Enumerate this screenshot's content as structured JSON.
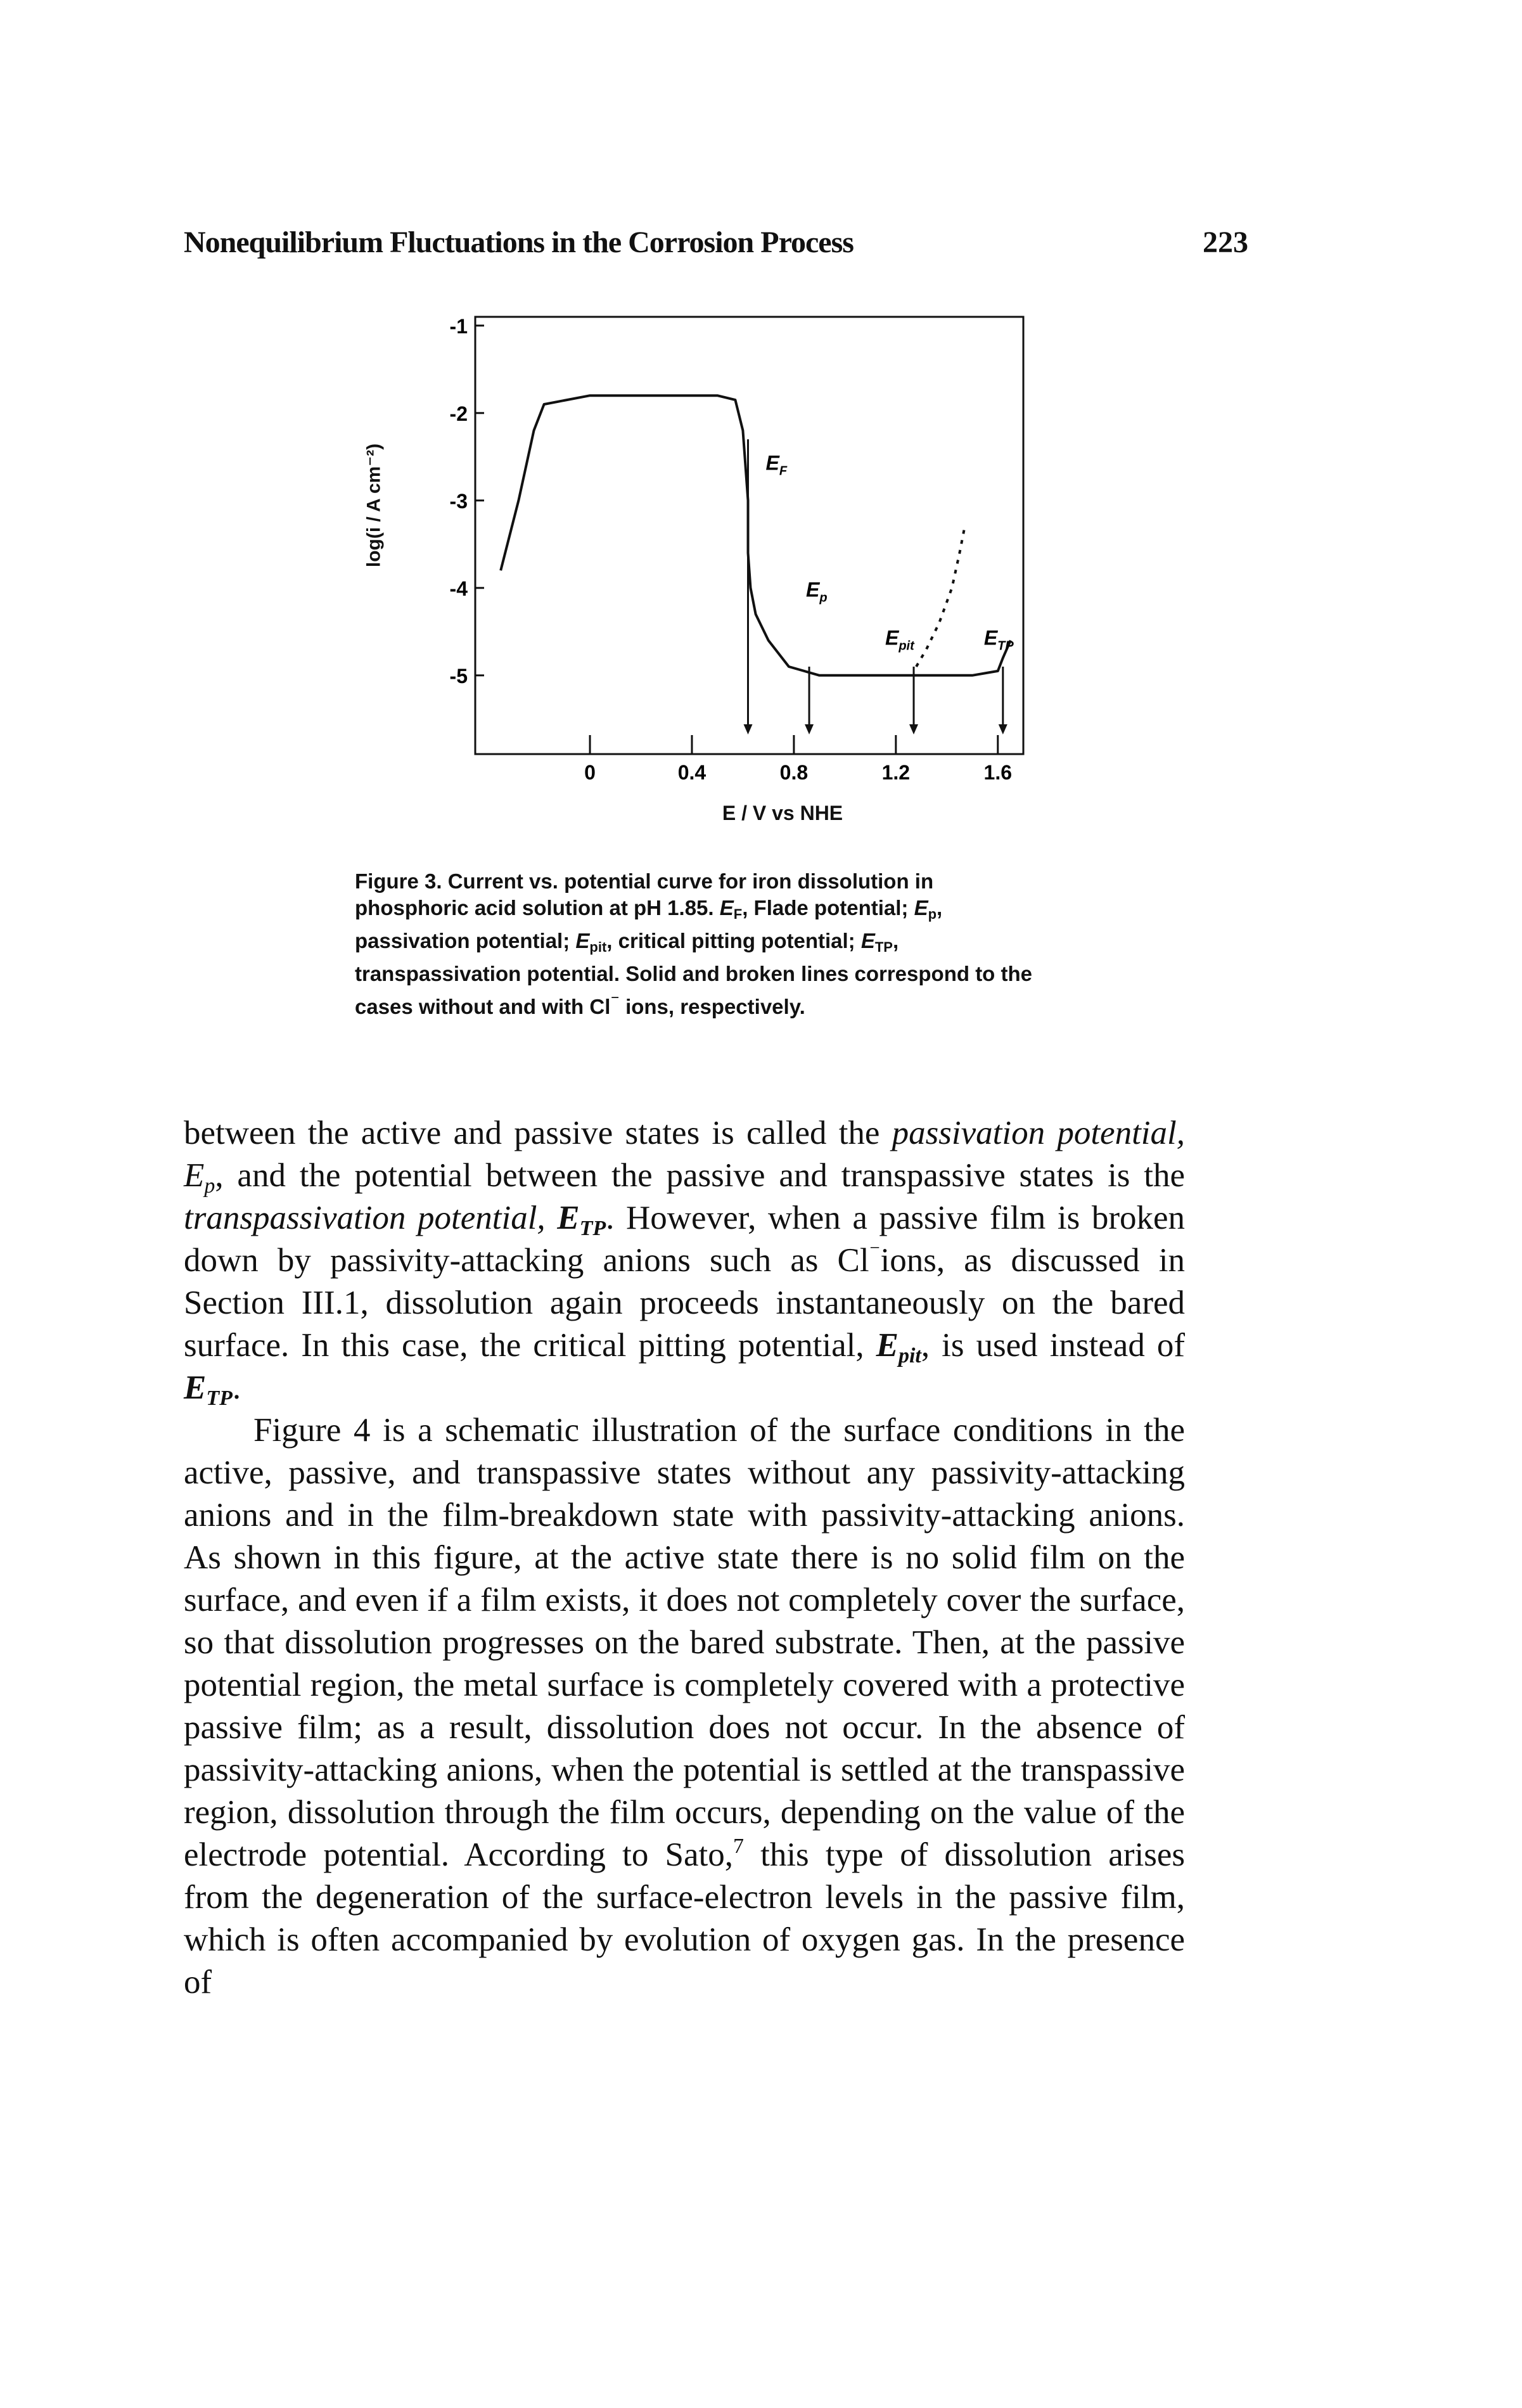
{
  "header": {
    "running_head": "Nonequilibrium Fluctuations in the Corrosion Process",
    "page_number": "223"
  },
  "figure": {
    "ylabel": "log(i / A cm⁻²)",
    "xlabel": "E / V vs NHE",
    "y_ticks": [
      "-1",
      "-2",
      "-3",
      "-4",
      "-5"
    ],
    "x_ticks": [
      "0",
      "0.4",
      "0.8",
      "1.2",
      "1.6"
    ],
    "annotations": {
      "ef": "E",
      "ef_sub": "F",
      "ep": "E",
      "ep_sub": "p",
      "epit": "E",
      "epit_sub": "pit",
      "etp": "E",
      "etp_sub": "TP"
    }
  },
  "chart_data": {
    "type": "line",
    "title": "",
    "xlabel": "E / V vs NHE",
    "ylabel": "log(i / A cm⁻²)",
    "xlim": [
      -0.45,
      1.7
    ],
    "ylim": [
      -5.9,
      -0.9
    ],
    "x_ticks": [
      0,
      0.4,
      0.8,
      1.2,
      1.6
    ],
    "y_ticks": [
      -1,
      -2,
      -3,
      -4,
      -5
    ],
    "series": [
      {
        "style": "solid",
        "x": [
          -0.35,
          -0.28,
          -0.22,
          -0.18,
          0.0,
          0.3,
          0.5,
          0.57,
          0.6,
          0.62,
          0.62,
          0.63,
          0.65,
          0.7,
          0.78,
          0.9,
          1.1,
          1.3,
          1.5,
          1.6,
          1.62,
          1.65
        ],
        "y": [
          -3.8,
          -3.0,
          -2.2,
          -1.9,
          -1.8,
          -1.8,
          -1.8,
          -1.85,
          -2.2,
          -3.0,
          -3.6,
          -4.0,
          -4.3,
          -4.6,
          -4.9,
          -5.0,
          -5.0,
          -5.0,
          -5.0,
          -4.95,
          -4.8,
          -4.6
        ]
      },
      {
        "style": "broken",
        "x": [
          1.28,
          1.32,
          1.37,
          1.42,
          1.45,
          1.47
        ],
        "y": [
          -4.9,
          -4.7,
          -4.4,
          -4.0,
          -3.6,
          -3.3
        ]
      }
    ],
    "markers": [
      {
        "label": "E_F",
        "x": 0.62
      },
      {
        "label": "E_p",
        "x": 0.86
      },
      {
        "label": "E_pit",
        "x": 1.27
      },
      {
        "label": "E_TP",
        "x": 1.62
      }
    ]
  },
  "caption": {
    "prefix": "Figure 3.",
    "t1": " Current vs. potential curve for iron dissolution in phosphoric acid solution at pH 1.85. ",
    "e": "E",
    "sub_f": "F",
    "t2": ", Flade potential; ",
    "sub_p": "p",
    "t3": ", passivation potential; ",
    "sub_pit": "pit",
    "t4": ", critical pitting potential; ",
    "sub_tp": "TP",
    "t5": ", transpassivation potential. Solid and broken lines correspond to the cases without and with Cl",
    "minus": "⁻",
    "t6": " ions, respectively."
  },
  "body": {
    "p1_a": "between the active and passive states is called the ",
    "p1_term1": "passivation potential,",
    "p1_b": " ",
    "p1_ep": "E",
    "p1_ep_sub": "p",
    "p1_c": ", and the potential between the passive and transpassive states is the ",
    "p1_term2": "transpassivation potential,",
    "p1_d": " ",
    "p1_etp": "E",
    "p1_etp_sub": "TP",
    "p1_e": ". However, when a passive film is broken down by passivity-attacking anions such as Cl",
    "p1_minus": "⁻",
    "p1_f": "ions, as discussed in Section III.1, dissolution again proceeds instantaneously on the bared surface. In this case, the critical pitting potential, ",
    "p1_epit": "E",
    "p1_epit_sub": "pit",
    "p1_g": ", is used instead of ",
    "p1_etp2": "E",
    "p1_etp2_sub": "TP",
    "p1_h": ".",
    "p2_a": "Figure 4 is a schematic illustration of the surface conditions in the active, passive, and transpassive states without any passivity-attacking anions and in the film-breakdown state with passivity-attacking anions. As shown in this figure, at the active state there is no solid film on the surface, and even if a film exists, it does not completely cover the surface, so that dissolution progresses on the bared substrate. Then, at the passive potential region, the metal surface is completely covered with a protective passive film; as a result, dissolution does not occur. In the absence of passivity-attacking anions, when the potential is settled at the transpassive region, dissolution through the film occurs, depending on the value of the electrode potential. According to Sato,",
    "p2_ref": "7",
    "p2_b": " this type of dissolution arises from the degeneration of the surface-electron levels in the passive film, which is often accompanied by evolution of oxygen gas. In the presence of"
  }
}
